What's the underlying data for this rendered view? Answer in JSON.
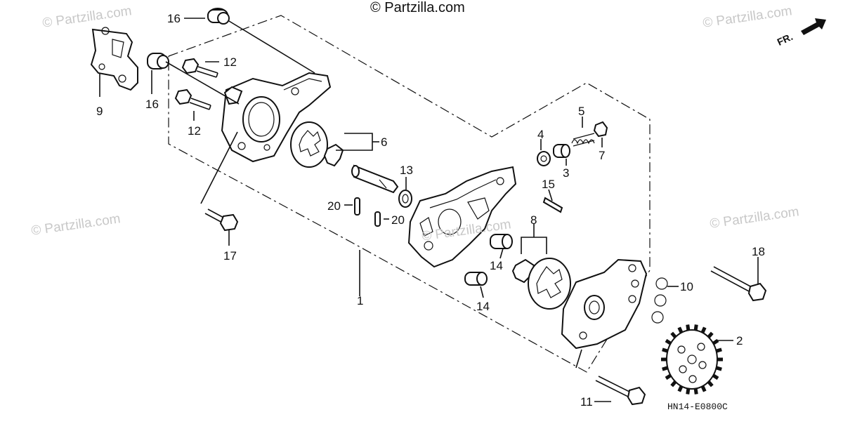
{
  "watermarks": [
    "© Partzilla.com",
    "© Partzilla.com",
    "© Partzilla.com",
    "© Partzilla.com",
    "© Partzilla.com"
  ],
  "copyright": "© Partzilla.com",
  "direction_label": "FR.",
  "diagram_code": "HN14-E0800C",
  "callouts": [
    {
      "id": "p16a",
      "text": "16"
    },
    {
      "id": "p12a",
      "text": "12"
    },
    {
      "id": "p9",
      "text": "9"
    },
    {
      "id": "p16b",
      "text": "16"
    },
    {
      "id": "p12b",
      "text": "12"
    },
    {
      "id": "p6",
      "text": "6"
    },
    {
      "id": "p13",
      "text": "13"
    },
    {
      "id": "p20a",
      "text": "20"
    },
    {
      "id": "p20b",
      "text": "20"
    },
    {
      "id": "p17",
      "text": "17"
    },
    {
      "id": "p1",
      "text": "1"
    },
    {
      "id": "p5",
      "text": "5"
    },
    {
      "id": "p4",
      "text": "4"
    },
    {
      "id": "p7",
      "text": "7"
    },
    {
      "id": "p3",
      "text": "3"
    },
    {
      "id": "p15",
      "text": "15"
    },
    {
      "id": "p8",
      "text": "8"
    },
    {
      "id": "p14a",
      "text": "14"
    },
    {
      "id": "p14b",
      "text": "14"
    },
    {
      "id": "p18",
      "text": "18"
    },
    {
      "id": "p10",
      "text": "10"
    },
    {
      "id": "p2",
      "text": "2"
    },
    {
      "id": "p11",
      "text": "11"
    }
  ]
}
